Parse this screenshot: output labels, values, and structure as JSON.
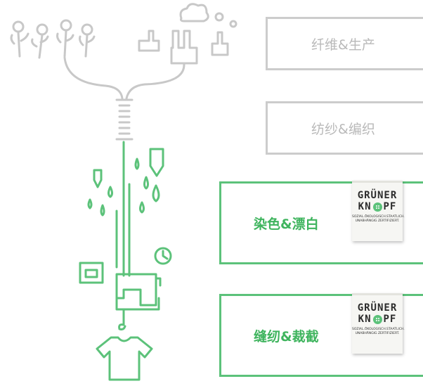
{
  "stages": [
    {
      "label": "纤维&生产",
      "style": "gray"
    },
    {
      "label": "纺纱&编织",
      "style": "gray"
    },
    {
      "label": "染色&漂白",
      "style": "green"
    },
    {
      "label": "缝纫&裁截",
      "style": "green"
    }
  ],
  "tag": {
    "line1": "GRÜNER",
    "line2_left": "KN",
    "line2_right": "PF",
    "small1": "SOZIAL.ÖKOLOGISCH.STAATLICH.",
    "small2": "UNABHÄNGIG ZERTIFIZIERT."
  },
  "colors": {
    "gray": "#cccccc",
    "green": "#5cc27a",
    "green_text": "#3fb45e"
  },
  "icons": [
    "cotton-plant-icon",
    "factory-icon",
    "thread-spool-icon",
    "dye-drop-icon",
    "clock-icon",
    "sewing-machine-icon",
    "tshirt-hanger-icon"
  ]
}
